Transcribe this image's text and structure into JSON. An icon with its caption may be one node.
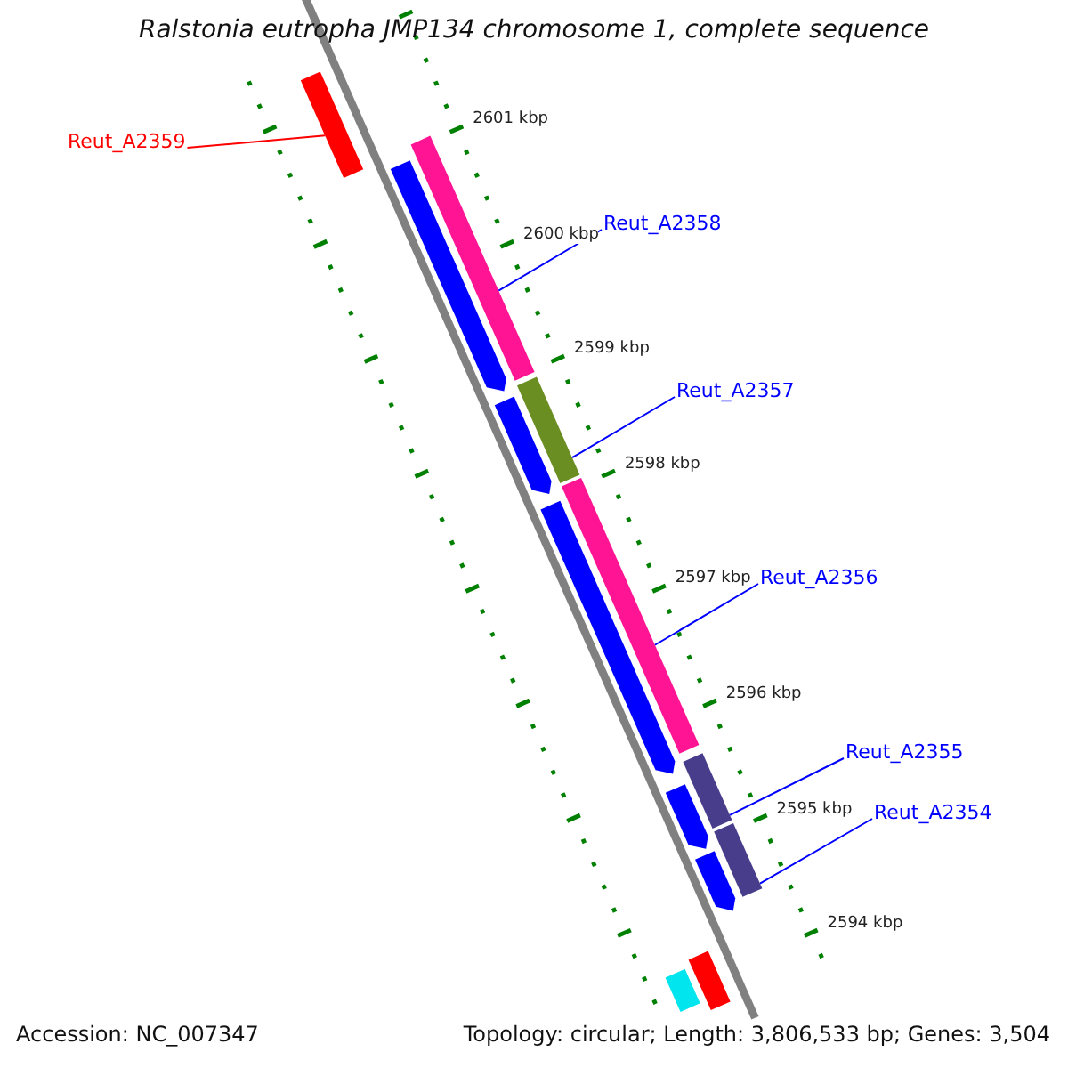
{
  "diagram": {
    "title": "Ralstonia eutropha JMP134 chromosome 1, complete sequence",
    "nodes": [
      {
        "text": [
          "Reut_A2359"
        ]
      },
      {
        "text": [],
        "shape": "bar"
      },
      {
        "text": [
          "Reut_A2358"
        ]
      },
      {
        "text": [],
        "shape": "bar"
      },
      {
        "text": [
          "Reut_A2357"
        ]
      },
      {
        "text": [],
        "shape": "bar"
      },
      {
        "text": [
          "Reut_A2356"
        ]
      },
      {
        "text": [],
        "shape": "bar"
      },
      {
        "text": [
          "Reut_A2355"
        ]
      },
      {
        "text": [],
        "shape": "bar"
      },
      {
        "text": [
          "Reut_A2354"
        ]
      },
      {
        "text": [],
        "shape": "bar"
      },
      {
        "text": [],
        "shape": "bar"
      },
      {
        "text": [],
        "shape": "bar"
      },
      {
        "text": [],
        "shape": "bar"
      },
      {
        "text": [],
        "shape": "bar"
      },
      {
        "text": [],
        "shape": "bar"
      },
      {
        "text": [],
        "shape": "bar"
      },
      {
        "text": [],
        "shape": "bar"
      }
    ],
    "edges": [
      {
        "from": 0,
        "to": 1,
        "arrow": "none",
        "color": "#ff0000"
      },
      {
        "from": 2,
        "to": 3,
        "arrow": "none"
      },
      {
        "from": 4,
        "to": 5,
        "arrow": "none"
      },
      {
        "from": 6,
        "to": 7,
        "arrow": "none"
      },
      {
        "from": 8,
        "to": 9,
        "arrow": "none"
      },
      {
        "from": 10,
        "to": 11,
        "arrow": "none"
      }
    ],
    "labels": [
      "2601 kbp",
      "2600 kbp",
      "2599 kbp",
      "2598 kbp",
      "2597 kbp",
      "2596 kbp",
      "2595 kbp",
      "2594 kbp",
      "Accession: NC_007347",
      "Topology: circular; Length: 3,806,533 bp; Genes: 3,504"
    ]
  }
}
